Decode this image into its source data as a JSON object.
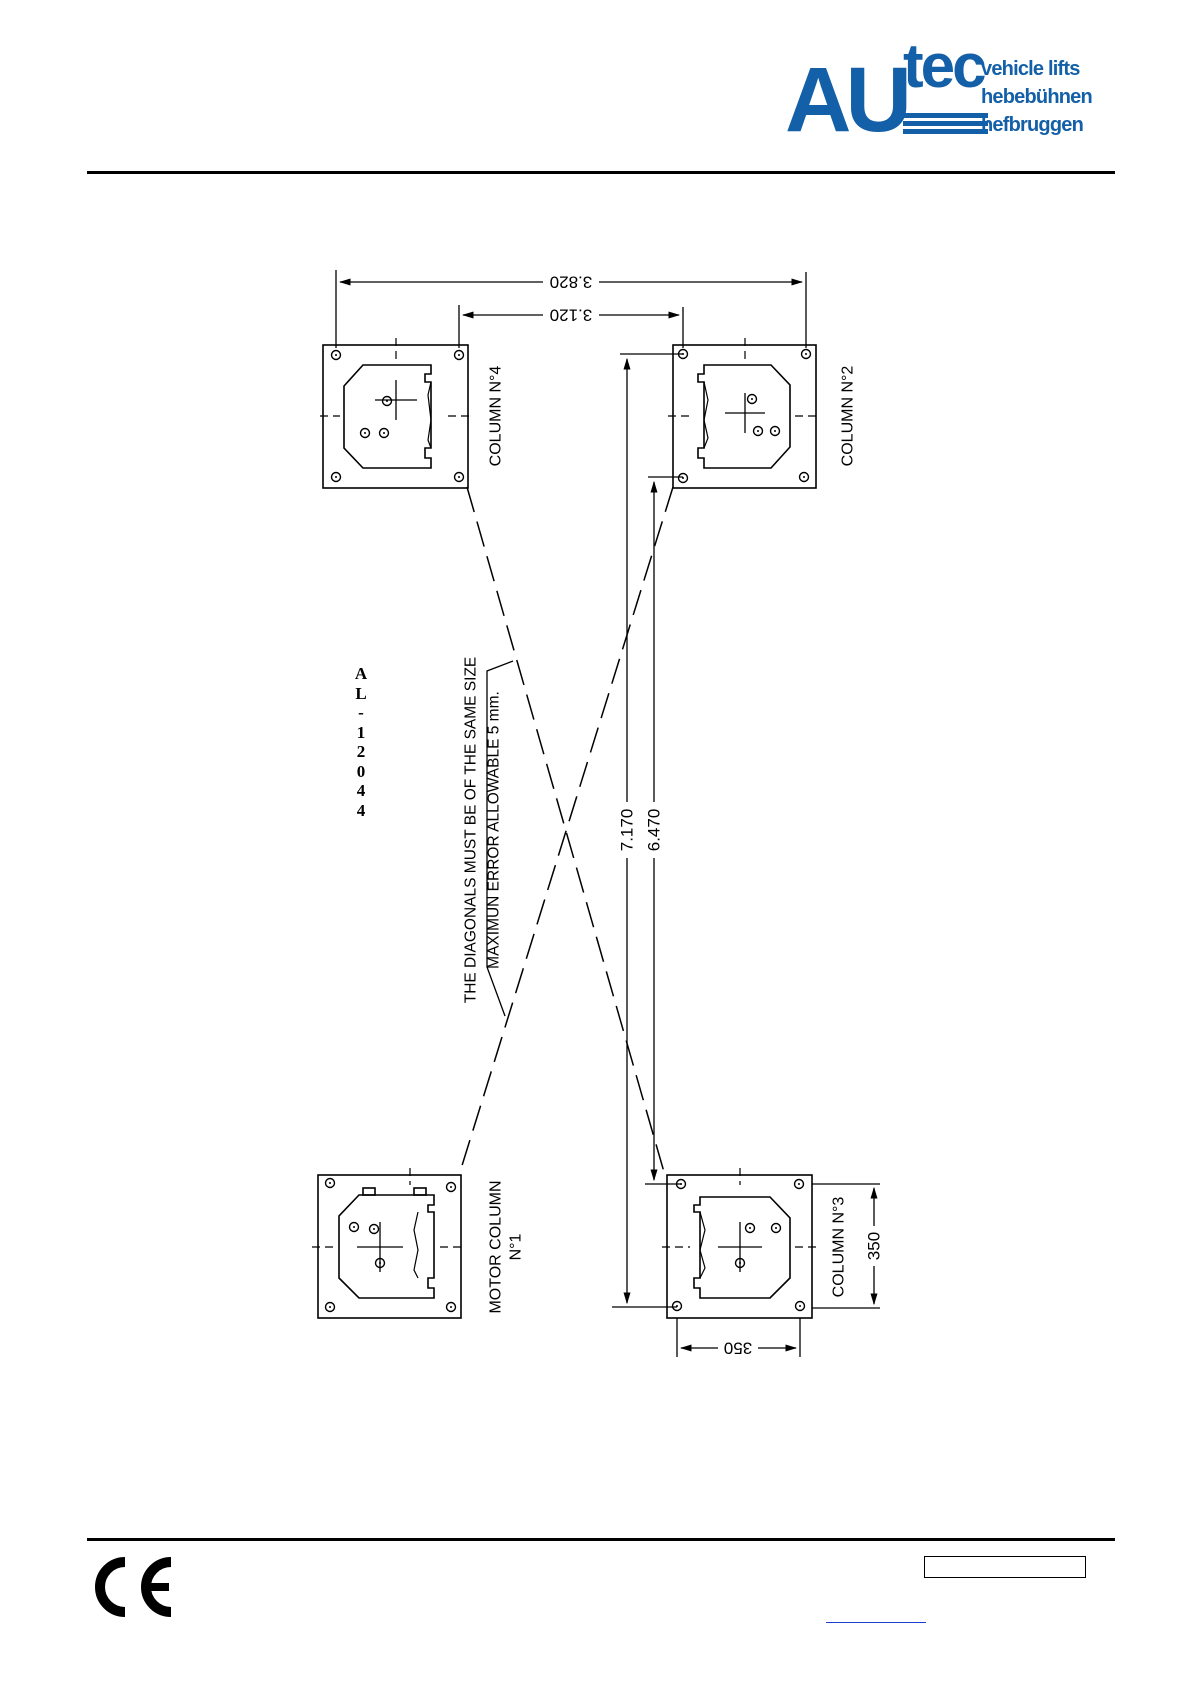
{
  "logo": {
    "brand_au": "AU",
    "brand_tec": "tec",
    "tagline_1": "vehicle lifts",
    "tagline_2": "hebebühnen",
    "tagline_3": "hefbruggen",
    "brand_color": "#1460a8"
  },
  "drawing": {
    "dimensions": {
      "outer_width": "3.820",
      "inner_width": "3.120",
      "outer_length": "7.170",
      "inner_length": "6.470",
      "plate_width": "350",
      "plate_depth": "350"
    },
    "columns": {
      "column_4": "COLUMN N°4",
      "column_2": "COLUMN N°2",
      "column_3": "COLUMN N°3",
      "motor_column_line1": "MOTOR COLUMN",
      "motor_column_line2": "N°1"
    },
    "note_line1": "THE DIAGONALS MUST BE OF THE SAME SIZE",
    "note_line2": "MAXIMUN ERROR ALLOWABLE 5 mm.",
    "model_code": [
      "A",
      "L",
      "-",
      "1",
      "2",
      "0",
      "4",
      "4"
    ]
  },
  "footer": {
    "ce_mark": "CE"
  }
}
